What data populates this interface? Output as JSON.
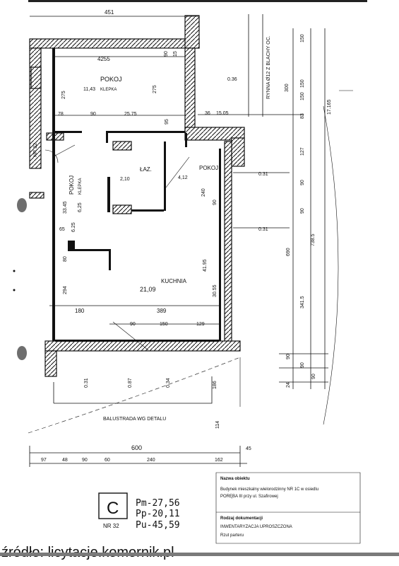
{
  "rooms": {
    "pokoj_top": {
      "name": "POKOJ",
      "area": "11,43",
      "floor": "KLEPKA"
    },
    "pokoj_left": {
      "name": "POKOJ",
      "area": "6,25",
      "floor": "KLEPKA"
    },
    "kaz": {
      "name": "ŁAZ.",
      "area": "2,10"
    },
    "pokoj_mid": {
      "name": "POKOJ",
      "area": "4,12"
    },
    "kuchnia": {
      "name": "KUCHNIA",
      "area": "21,09"
    }
  },
  "labels": {
    "nr32_side": "NR 32",
    "balustrada": "BALUSTRADA WG DETALU",
    "rynna": "RYNNA Ø12 Z BLACHY OC."
  },
  "dimensions": {
    "top": [
      "451",
      "4255",
      "90",
      "15",
      "150",
      "0.36",
      "300",
      "150"
    ],
    "top_inner": [
      "275",
      "275",
      "78",
      "90",
      "25.75",
      "95",
      "36",
      "15.05",
      "83",
      "150",
      "17.165"
    ],
    "middle": [
      "0.31",
      "127",
      "90",
      "240",
      "90",
      "0.31",
      "90",
      "738.5",
      "690",
      "41.95",
      "30.55",
      "341.5",
      "6.25",
      "33.45",
      "65",
      "294",
      "80"
    ],
    "lower": [
      "180",
      "389",
      "90",
      "150",
      "129",
      "90",
      "90",
      "90",
      "24"
    ],
    "below": [
      "0.31",
      "0.87",
      "0.34",
      "186",
      "114"
    ],
    "bottom_total": "600",
    "bottom_row": [
      "97",
      "48",
      "90",
      "60",
      "240",
      "162",
      "45"
    ]
  },
  "title_block": {
    "sheet_letter": "C",
    "sheet_nr": "NR 32",
    "pm": "Pm-27,56",
    "pp": "Pp-20,11",
    "pu": "Pu-45,59",
    "obiekt_label": "Nazwa obiektu",
    "obiekt_line1": "Budynek mieszkalny wielorodzinny NR 1C w osiedlu",
    "obiekt_line2": "PORĘBA III przy ul. Szafirowej",
    "rodzaj_label": "Rodzaj dokumentacji",
    "rodzaj_value": "INWENTARYZACJA UPROSZCZONA",
    "rzut": "Rzut parteru"
  },
  "source": "źródło: licytacje.komornik.pl",
  "colors": {
    "ink": "#111111",
    "punch_hole": "#6e6e6e",
    "band": "#7a7a7a"
  }
}
